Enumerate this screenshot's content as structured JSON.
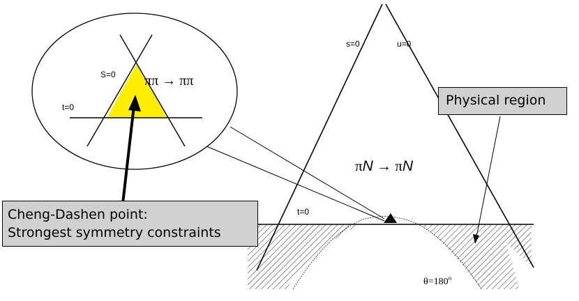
{
  "labels": {
    "s0": "s=0",
    "u0": "u=0",
    "t0_main": "t=0",
    "S0_inset": "S=0",
    "t0_inset": "t=0",
    "pipi_reaction": "ππ → ππ",
    "piN_left": "π",
    "piN_N1": "N",
    "piN_arrow": " → π",
    "piN_N2": "N",
    "theta_label": "θ=180",
    "theta_degree": "o"
  },
  "callouts": {
    "physical_region": "Physical region",
    "cheng_dashen_line1": "Cheng-Dashen point:",
    "cheng_dashen_line2": "Strongest symmetry constraints"
  },
  "colors": {
    "inset_triangle_fill": "#ffee00",
    "callout_fill": "#d0d0d0",
    "line": "#000000"
  }
}
